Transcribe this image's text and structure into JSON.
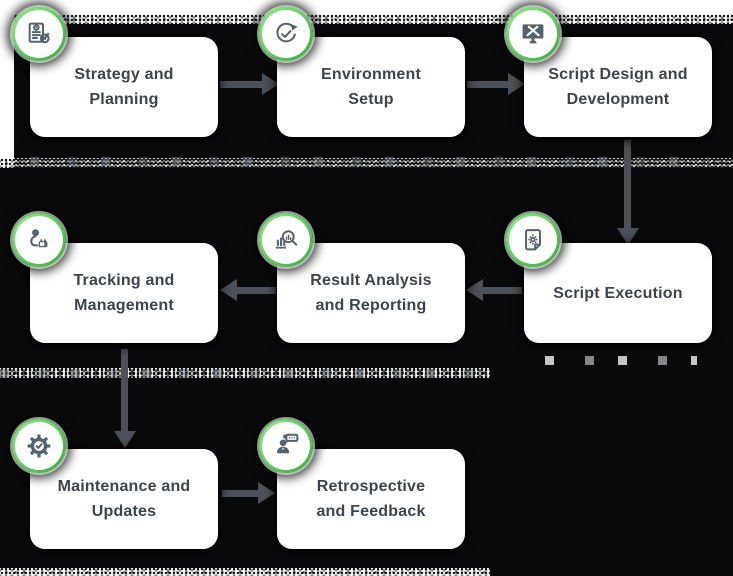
{
  "flow": {
    "nodes": [
      {
        "id": "strategy-planning",
        "label": "Strategy and Planning",
        "lines": [
          "Strategy and",
          "Planning"
        ],
        "icon": "document-gear-target-icon"
      },
      {
        "id": "environment-setup",
        "label": "Environment Setup",
        "lines": [
          "Environment",
          "Setup"
        ],
        "icon": "refresh-check-icon"
      },
      {
        "id": "script-design-development",
        "label": "Script Design and Development",
        "lines": [
          "Script Design and",
          "Development"
        ],
        "icon": "monitor-design-icon"
      },
      {
        "id": "tracking-management",
        "label": "Tracking and Management",
        "lines": [
          "Tracking and",
          "Management"
        ],
        "icon": "person-tracker-icon"
      },
      {
        "id": "result-analysis-reporting",
        "label": "Result Analysis and Reporting",
        "lines": [
          "Result Analysis",
          "and Reporting"
        ],
        "icon": "chart-magnifier-icon"
      },
      {
        "id": "script-execution",
        "label": "Script Execution",
        "lines": [
          "Script Execution"
        ],
        "icon": "file-gear-icon"
      },
      {
        "id": "maintenance-updates",
        "label": "Maintenance and Updates",
        "lines": [
          "Maintenance and",
          "Updates"
        ],
        "icon": "gear-check-icon"
      },
      {
        "id": "retrospective-feedback",
        "label": "Retrospective and Feedback",
        "lines": [
          "Retrospective",
          "and Feedback"
        ],
        "icon": "person-feedback-icon"
      }
    ],
    "connections": [
      {
        "from": "strategy-planning",
        "to": "environment-setup",
        "direction": "right"
      },
      {
        "from": "environment-setup",
        "to": "script-design-development",
        "direction": "right"
      },
      {
        "from": "script-design-development",
        "to": "script-execution",
        "direction": "down"
      },
      {
        "from": "script-execution",
        "to": "result-analysis-reporting",
        "direction": "left"
      },
      {
        "from": "result-analysis-reporting",
        "to": "tracking-management",
        "direction": "left"
      },
      {
        "from": "tracking-management",
        "to": "maintenance-updates",
        "direction": "down"
      },
      {
        "from": "maintenance-updates",
        "to": "retrospective-feedback",
        "direction": "right"
      }
    ]
  },
  "colors": {
    "accent_green": "#4fc24c",
    "icon_slate": "#55616d",
    "text": "#3d444c",
    "arrow": "#4a5158",
    "shadow_band": "#0a0a0c",
    "card_bg": "#ffffff"
  }
}
